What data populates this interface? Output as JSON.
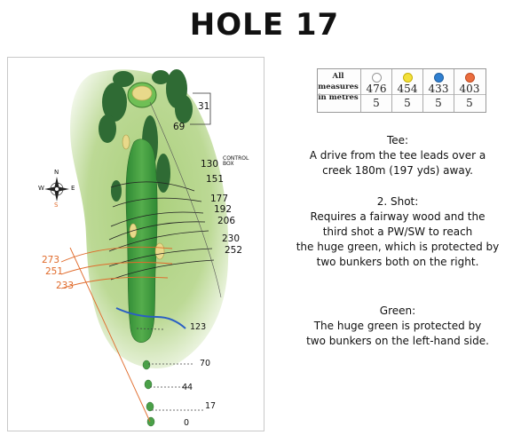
{
  "title": "HOLE 17",
  "table": {
    "label_lines": [
      "All",
      "measures",
      "in metres"
    ],
    "columns": [
      {
        "color": "#ffffff",
        "border": "#999999",
        "length": "476",
        "par": "5"
      },
      {
        "color": "#f3e03a",
        "border": "#c8b20a",
        "length": "454",
        "par": "5"
      },
      {
        "color": "#2f7fd0",
        "border": "#1f5fa0",
        "length": "433",
        "par": "5"
      },
      {
        "color": "#ea6d3e",
        "border": "#c04a20",
        "length": "403",
        "par": "5"
      }
    ]
  },
  "notes": {
    "tee": {
      "heading": "Tee:",
      "lines": [
        "A drive from the tee leads over a",
        "creek 180m (197 yds) away."
      ]
    },
    "shot2": {
      "heading": "2. Shot:",
      "lines": [
        "Requires a fairway wood and the",
        "third shot a PW/SW to reach",
        "the huge green, which is protected by",
        "two bunkers both on the right."
      ]
    },
    "green": {
      "heading": "Green:",
      "lines": [
        "The huge green is protected by",
        "two bunkers on the left-hand side."
      ]
    }
  },
  "map": {
    "distances_black": [
      "31",
      "69",
      "130",
      "151",
      "177",
      "192",
      "206",
      "230",
      "252",
      "123",
      "70",
      "44",
      "17",
      "0"
    ],
    "control_box": [
      "CONTROL",
      "BOX"
    ],
    "distances_orange": [
      "273",
      "251",
      "233"
    ],
    "compass": {
      "n": "N",
      "s": "S",
      "e": "E",
      "w": "W"
    },
    "colors": {
      "rough": "#a9cf7a",
      "fairway": "#3f9a3c",
      "green": "#6fbf55",
      "trees": "#2f6b34",
      "bunker": "#e8d98a",
      "creek": "#2a5fc4",
      "orange_lines": "#e06a2a"
    }
  }
}
